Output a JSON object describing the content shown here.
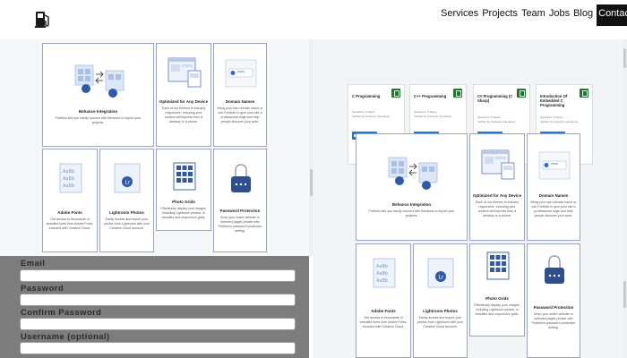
{
  "nav": {
    "items": [
      "Services",
      "Projects",
      "Team",
      "Jobs",
      "Blog"
    ],
    "active": "Contac"
  },
  "features": {
    "behance": {
      "title": "Behance Integration",
      "desc": "Portfolio lets you easily connect with Behance to import your projects."
    },
    "device": {
      "title": "Optimized for Any Device",
      "desc": "Each of our themes is industry responsive, ensuring your content will impress from a desktop or a phone."
    },
    "domain": {
      "title": "Domain Names",
      "desc": "Bring your own domain name or use Portfolio to give your site a professional edge and help people discover your work."
    },
    "adobe": {
      "title": "Adobe Fonts",
      "desc": "Get access to thousands of beautiful fonts from Adobe Fonts, included with Creative Cloud."
    },
    "lightroom": {
      "title": "Lightroom Photos",
      "desc": "Easily access and import your photos from Lightroom with your Creative Cloud account."
    },
    "grids": {
      "title": "Photo Grids",
      "desc": "Effortlessly display your images, including Lightroom photos, in beautiful and responsive grids."
    },
    "password": {
      "title": "Password Protection",
      "desc": "Keep your entire website or selected pages private with Portfolio's password protection setting."
    },
    "domain_badge": "www"
  },
  "courses": [
    {
      "title": "C Programming",
      "meta1": "Questions: 5 Steps",
      "meta2": "Verified by Instructor and above",
      "button": "Enquire Now"
    },
    {
      "title": "C++ Programming",
      "meta1": "Questions: 5 Steps",
      "meta2": "Verified by Instructor and above",
      "button": "Enquire Now"
    },
    {
      "title": "C# Programming (C Sharp)",
      "meta1": "Questions: 5 Steps",
      "meta2": "Verified by Instructor and above",
      "button": "Enquire Now"
    },
    {
      "title": "Introduction Of Embedded C Programming",
      "meta1": "Questions: 5 Steps",
      "meta2": "Verified by Instructor and above",
      "button": "Enquire Now"
    }
  ],
  "form": {
    "email_label": "Email",
    "password_label": "Password",
    "confirm_label": "Confirm Password",
    "username_label": "Username (optional)"
  }
}
